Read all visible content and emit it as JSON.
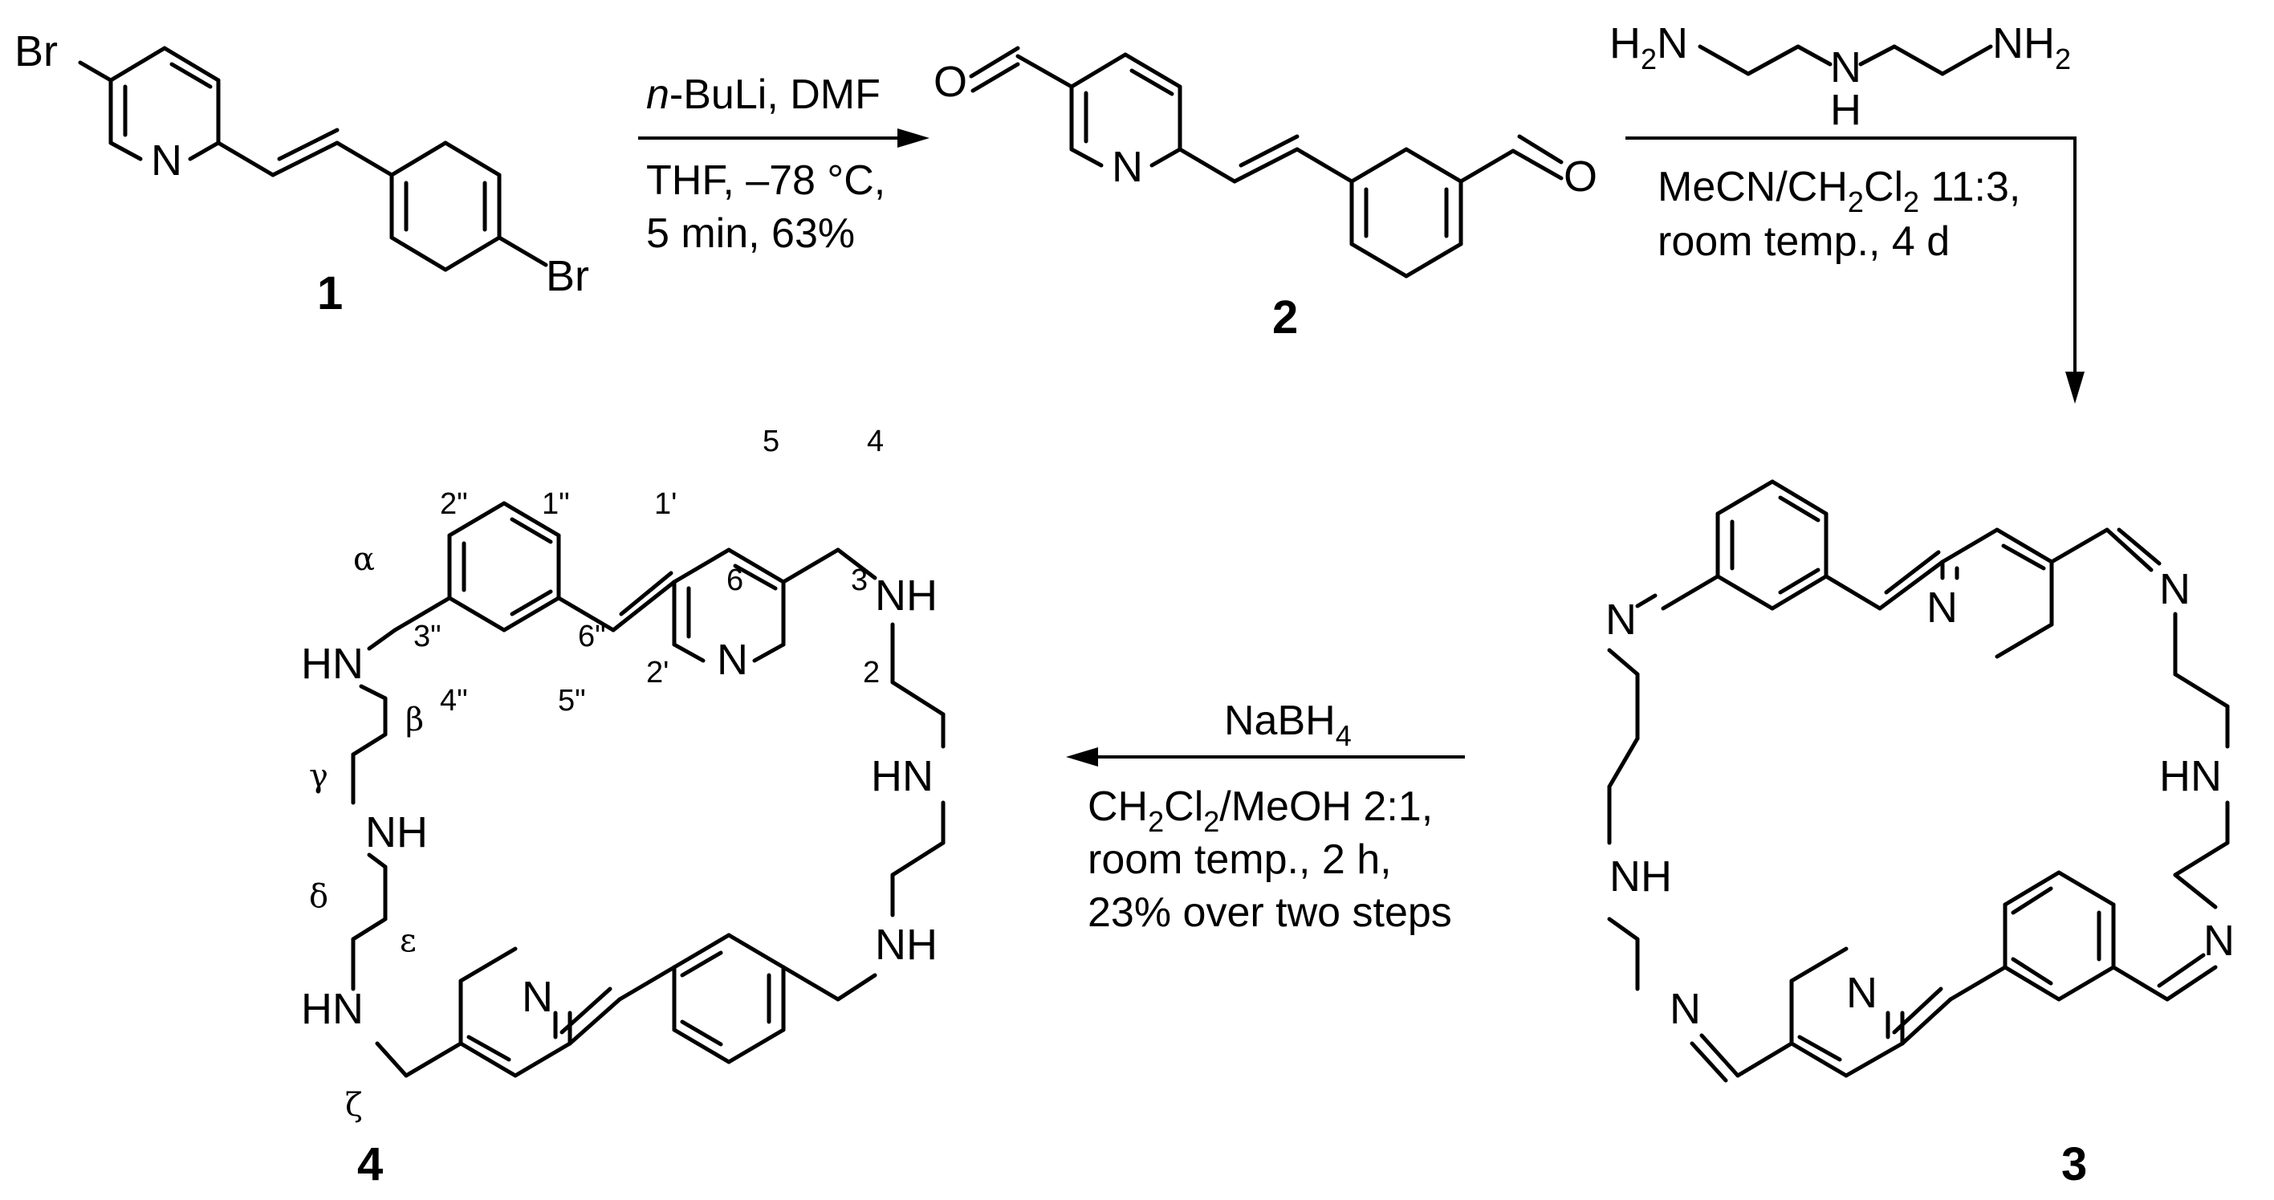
{
  "atoms": {
    "br": "Br",
    "n": "N",
    "o": "O",
    "nh": "NH",
    "hn": "HN",
    "h2n_h": "H",
    "h2n_2": "2",
    "h2n_n": "N",
    "nh2_n": "NH",
    "nh2_2": "2",
    "mid_n": "N",
    "mid_h": "H"
  },
  "compounds": {
    "c1": "1",
    "c2": "2",
    "c3": "3",
    "c4": "4"
  },
  "reaction1": {
    "reagent_n": "n",
    "reagent_rest": "-BuLi, DMF",
    "line2": "THF, –78 °C,",
    "line3": "5 min, 63%"
  },
  "reaction2": {
    "line1_a": "MeCN/CH",
    "line1_sub1": "2",
    "line1_b": "Cl",
    "line1_sub2": "2",
    "line1_c": " 11:3,",
    "line2": "room temp., 4 d"
  },
  "reaction3": {
    "reagent_a": "NaBH",
    "reagent_sub": "4",
    "line2_a": "CH",
    "line2_sub1": "2",
    "line2_b": "Cl",
    "line2_sub2": "2",
    "line2_c": "/MeOH 2:1,",
    "line3": "room temp., 2 h,",
    "line4": "23% over two steps"
  },
  "numbering": {
    "n5": "5",
    "n4": "4",
    "n1p": "1'",
    "n1pp": "1\"",
    "n2pp": "2\"",
    "n6": "6",
    "n3": "3",
    "n2": "2",
    "n2p": "2'",
    "n3pp": "3\"",
    "n6pp": "6\"",
    "n4pp": "4\"",
    "n5pp": "5\"",
    "alpha": "α",
    "beta": "β",
    "gamma": "γ",
    "delta": "δ",
    "epsilon": "ε",
    "zeta": "ζ"
  }
}
